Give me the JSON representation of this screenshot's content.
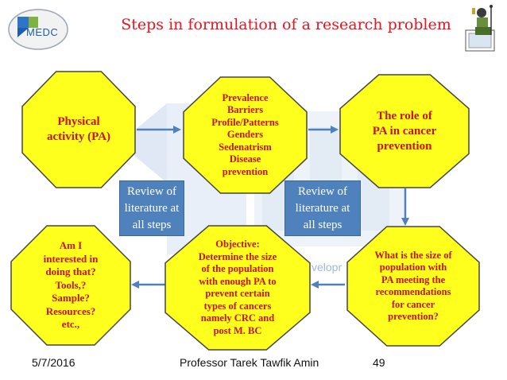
{
  "slide": {
    "title": "Steps in formulation of a research problem",
    "logo_text": "MEDC",
    "colors": {
      "title": "#e8141e",
      "octagon_fill": "#ffff1e",
      "octagon_stroke": "#454545",
      "octagon_text": "#cc1111",
      "arrow": "#4f81bd",
      "review_fill": "#4f81bd"
    }
  },
  "diagram": {
    "nodes": [
      {
        "id": "physical-activity",
        "text": "Physical\nactivity (PA)"
      },
      {
        "id": "prevalence",
        "text": "Prevalence\nBarriers\nProfile/Patterns\nGenders\nSedenatrism\nDisease\nprevention"
      },
      {
        "id": "role-of-pa",
        "text": "The role of\nPA in cancer\nprevention"
      },
      {
        "id": "size-of-population",
        "text": "What is the size of\npopulation  with\nPA meeting the\nrecommendations\nfor cancer\nprevention?"
      },
      {
        "id": "objective",
        "text": "Objective:\nDetermine the size\nof the population\nwith enough PA to\nprevent  certain\ntypes of cancers\nnamely CRC and\npost M. BC"
      },
      {
        "id": "am-i-interested",
        "text": "Am I\ninterested in\ndoing that?\nTools,?\nSample?\nResources?\netc.,"
      }
    ],
    "review_boxes": [
      {
        "text": "Review of\nliterature at\nall steps"
      },
      {
        "text": "Review of\nliterature at\nall steps"
      }
    ]
  },
  "footer": {
    "date": "5/7/2016",
    "author": "Professor Tarek Tawfik Amin",
    "page_number": "49"
  }
}
